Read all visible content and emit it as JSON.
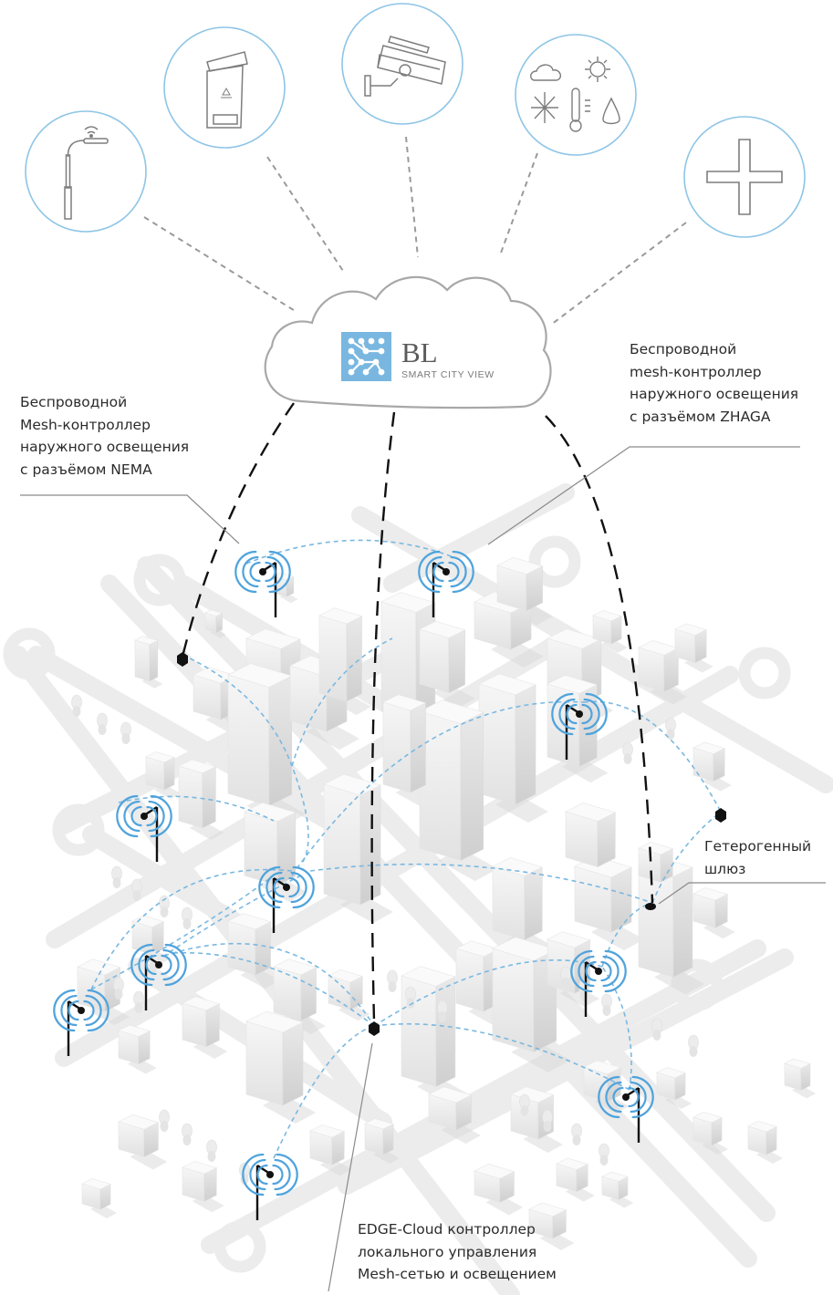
{
  "cloud": {
    "brand": "BL",
    "subtitle": "SMART CITY VIEW",
    "logo_color": "#79b7e0"
  },
  "devices": [
    {
      "id": "street-light",
      "icon": "street-light-icon"
    },
    {
      "id": "smart-bin",
      "icon": "trash-bin-icon"
    },
    {
      "id": "cctv",
      "icon": "security-camera-icon"
    },
    {
      "id": "weather",
      "icon": "weather-sensors-icon"
    },
    {
      "id": "more",
      "icon": "plus-icon"
    }
  ],
  "labels": {
    "zhaga": [
      "Беспроводной",
      "mesh-контроллер",
      "наружного освещения",
      "с разъёмом ZHAGA"
    ],
    "nema": [
      "Беспроводной",
      "Mesh-контроллер",
      "наружного освещения",
      "с разъёмом NEMA"
    ],
    "gateway": [
      "Гетерогенный",
      "шлюз"
    ],
    "edge": [
      "EDGE-Cloud контроллер",
      "локального управления",
      "Mesh-сетью и освещением"
    ]
  },
  "colors": {
    "icon_circle": "#8ec5e6",
    "mesh_link": "#7ab8e0",
    "cloud_link": "#111111",
    "device_link": "#9a9a9a",
    "wifi": "#4fa3dc",
    "road": "#ececec"
  }
}
